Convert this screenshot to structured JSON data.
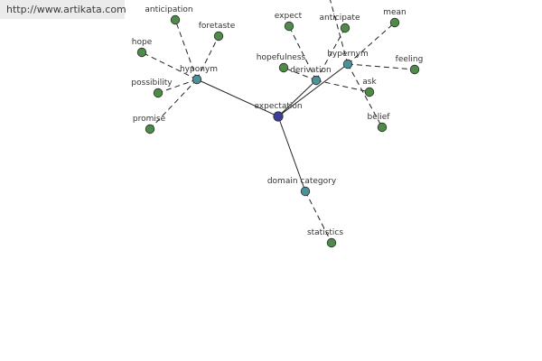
{
  "source_url": "http://www.artikata.com",
  "colors": {
    "root": "#3d3d9a",
    "relation": "#4a9198",
    "word": "#4e8a4a"
  },
  "root": {
    "id": "expectation",
    "label": "expectation"
  },
  "relations": [
    {
      "id": "hyponym",
      "label": "hyponym"
    },
    {
      "id": "derivation",
      "label": "derivation"
    },
    {
      "id": "hypernym",
      "label": "hypernym"
    },
    {
      "id": "domain-category",
      "label": "domain category"
    }
  ],
  "words": [
    {
      "id": "anticipation",
      "label": "anticipation",
      "relation": "hyponym"
    },
    {
      "id": "foretaste",
      "label": "foretaste",
      "relation": "hyponym"
    },
    {
      "id": "hope",
      "label": "hope",
      "relation": "hyponym"
    },
    {
      "id": "possibility",
      "label": "possibility",
      "relation": "hyponym"
    },
    {
      "id": "promise",
      "label": "promise",
      "relation": "hyponym"
    },
    {
      "id": "expect",
      "label": "expect",
      "relation": "derivation"
    },
    {
      "id": "hopefulness",
      "label": "hopefulness",
      "relation": "derivation"
    },
    {
      "id": "ask",
      "label": "ask",
      "relation": "derivation"
    },
    {
      "id": "anticipate",
      "label": "anticipate",
      "relation": "derivation"
    },
    {
      "id": "mean",
      "label": "mean",
      "relation": "hypernym"
    },
    {
      "id": "feeling",
      "label": "feeling",
      "relation": "hypernym"
    },
    {
      "id": "belief",
      "label": "belief",
      "relation": "hypernym"
    },
    {
      "id": "statistics",
      "label": "statistics",
      "relation": "domain-category"
    }
  ]
}
